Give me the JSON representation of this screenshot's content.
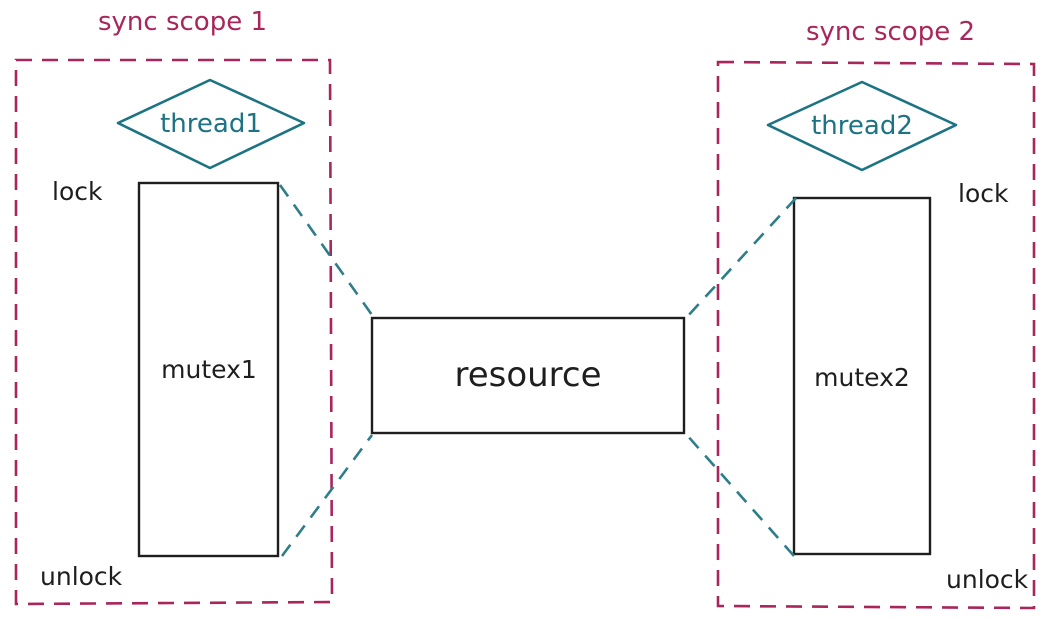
{
  "colors": {
    "scope": "#a9265c",
    "thread": "#1b7384",
    "connector": "#2e7d88",
    "ink": "#1e1e1e"
  },
  "scopes": [
    {
      "label": "sync scope 1"
    },
    {
      "label": "sync scope 2"
    }
  ],
  "threads": [
    {
      "label": "thread1"
    },
    {
      "label": "thread2"
    }
  ],
  "mutexes": [
    {
      "label": "mutex1",
      "lock_label": "lock",
      "unlock_label": "unlock"
    },
    {
      "label": "mutex2",
      "lock_label": "lock",
      "unlock_label": "unlock"
    }
  ],
  "resource": {
    "label": "resource"
  }
}
